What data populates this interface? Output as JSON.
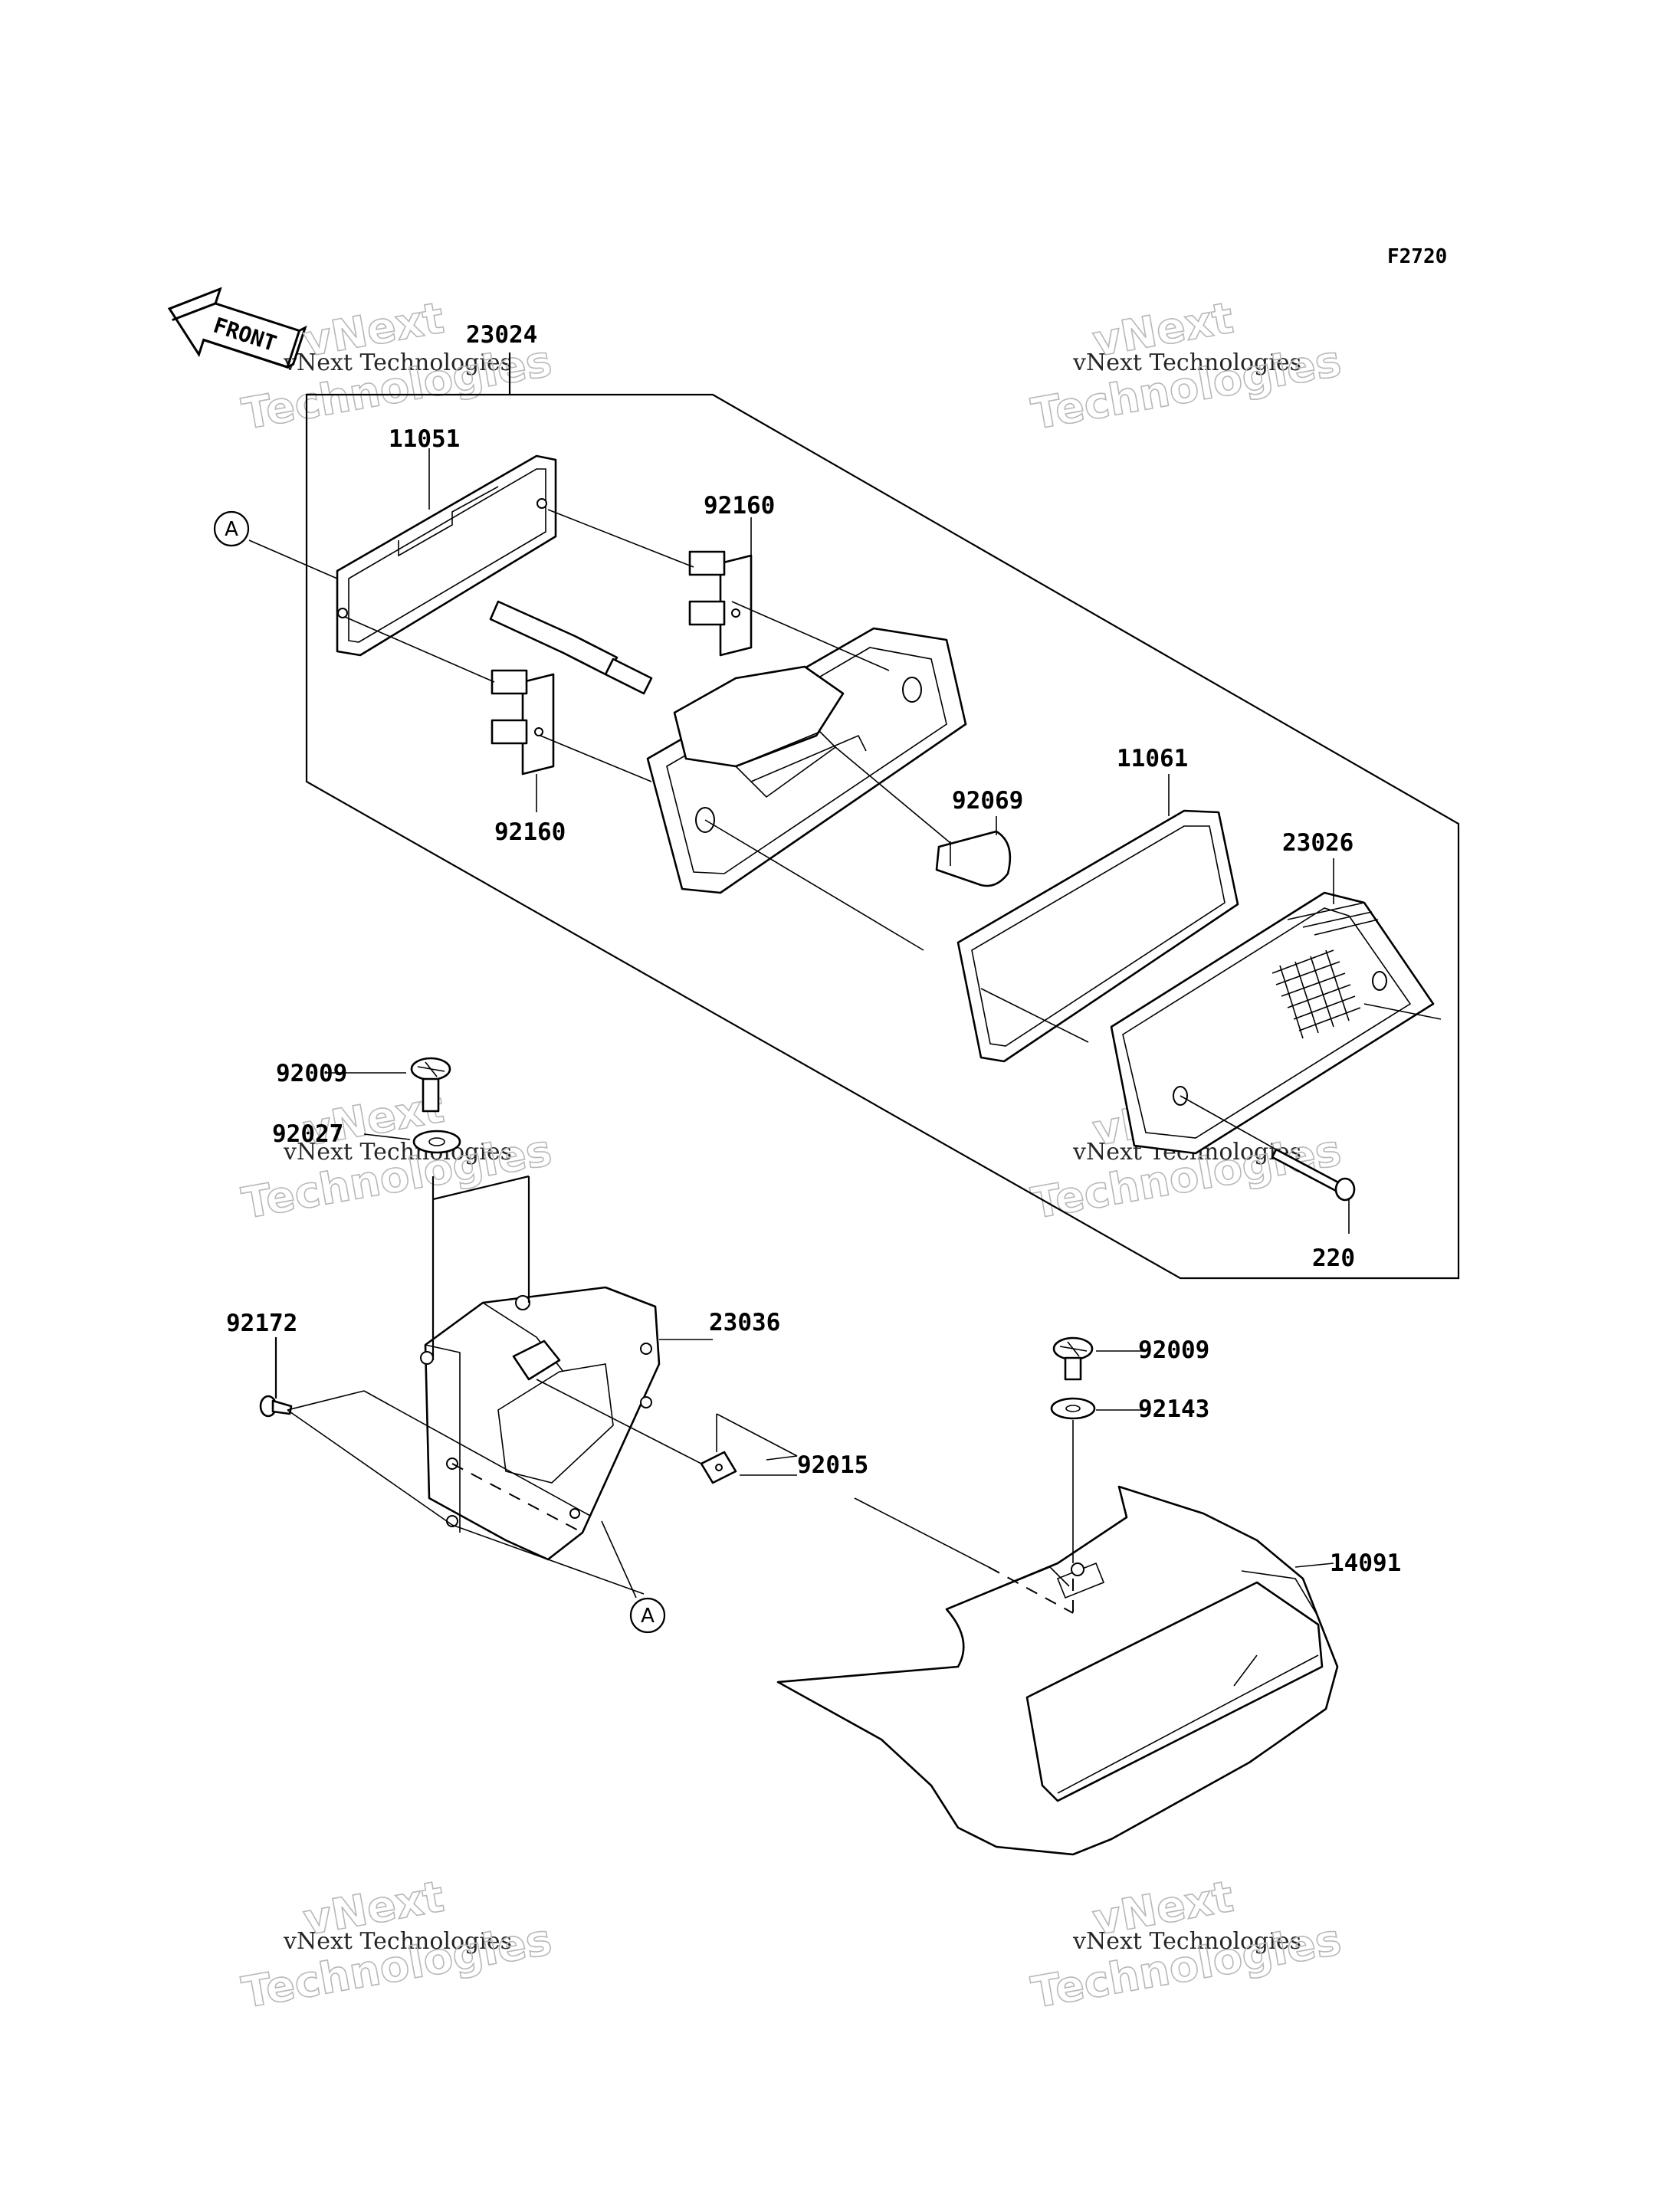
{
  "figure_id": "F2720",
  "direction_label": "FRONT",
  "reference_marker": "A",
  "watermark": {
    "line1": "vNext Technologies",
    "line2": "vNext",
    "line3": "Technologies"
  },
  "part_labels": {
    "p23024": "23024",
    "p11051": "11051",
    "p92160_top": "92160",
    "p92160_bottom": "92160",
    "p92069": "92069",
    "p11061": "11061",
    "p23026": "23026",
    "p220": "220",
    "p92009_left": "92009",
    "p92027": "92027",
    "p92172": "92172",
    "p23036": "23036",
    "p92015": "92015",
    "p92009_right": "92009",
    "p92143": "92143",
    "p14091": "14091"
  }
}
